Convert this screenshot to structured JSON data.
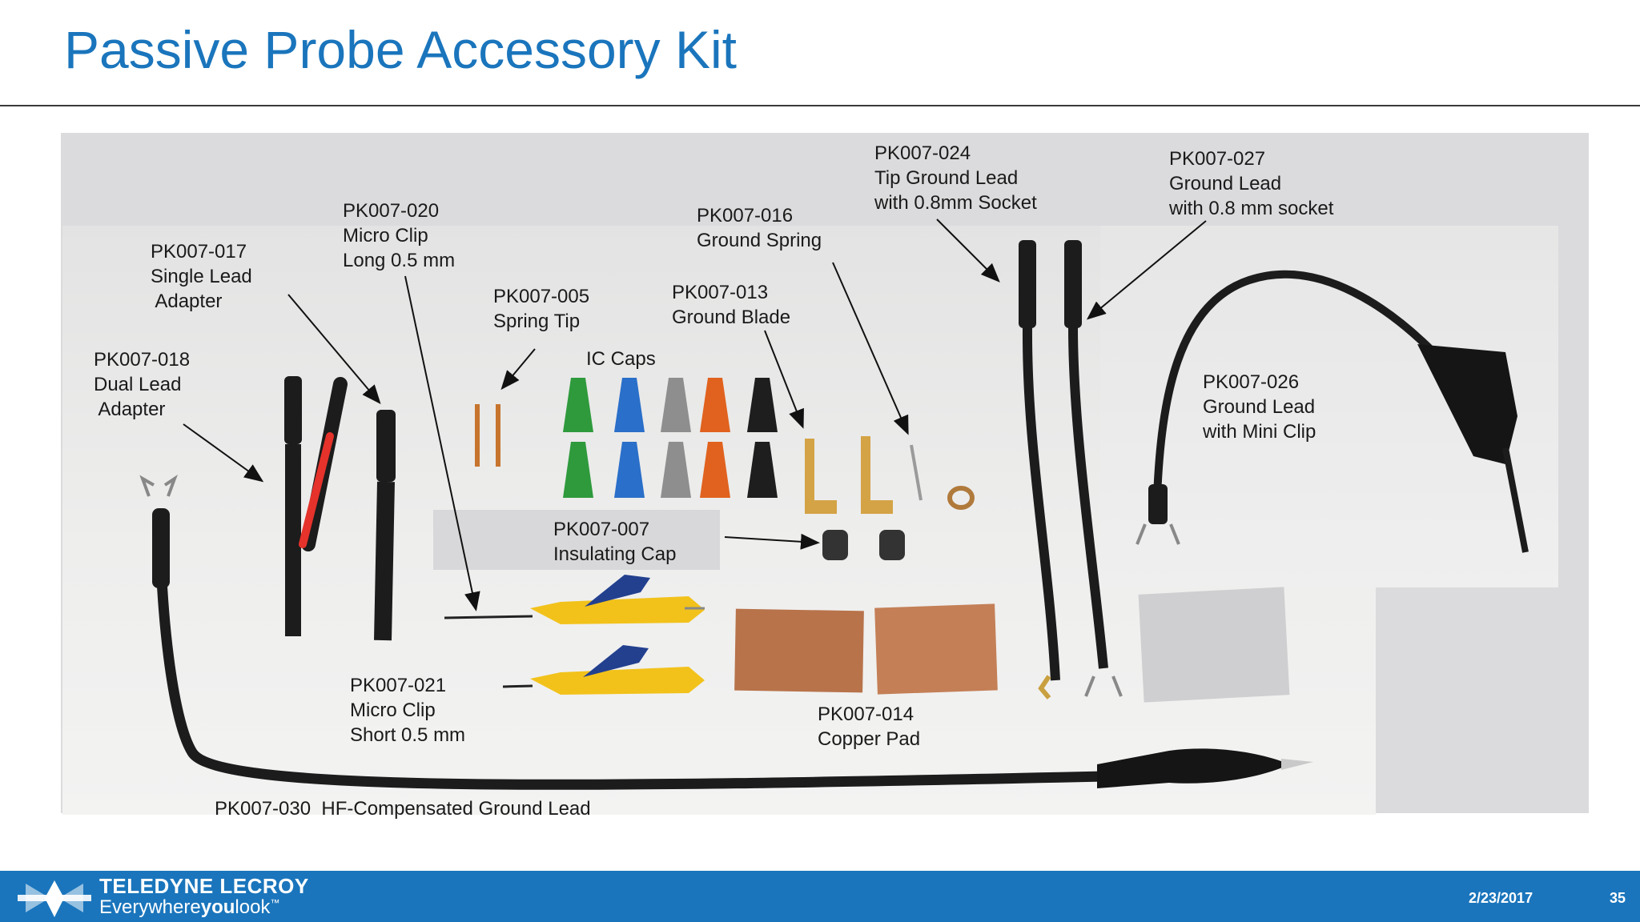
{
  "slide": {
    "title": "Passive Probe Accessory Kit"
  },
  "callouts": [
    {
      "id": "pk007-024",
      "text": "PK007-024\nTip Ground Lead\nwith 0.8mm Socket"
    },
    {
      "id": "pk007-027",
      "text": "PK007-027\nGround Lead\nwith 0.8 mm socket"
    },
    {
      "id": "pk007-020",
      "text": "PK007-020\nMicro Clip\nLong 0.5 mm"
    },
    {
      "id": "pk007-016",
      "text": "PK007-016\nGround Spring"
    },
    {
      "id": "pk007-017",
      "text": "PK007-017\nSingle Lead\n Adapter"
    },
    {
      "id": "pk007-005",
      "text": "PK007-005\nSpring Tip"
    },
    {
      "id": "pk007-013",
      "text": "PK007-013\nGround Blade"
    },
    {
      "id": "ic-caps",
      "text": "IC Caps"
    },
    {
      "id": "pk007-018",
      "text": "PK007-018\nDual Lead\n Adapter"
    },
    {
      "id": "pk007-026",
      "text": "PK007-026\nGround Lead\nwith Mini Clip"
    },
    {
      "id": "pk007-007",
      "text": "PK007-007\nInsulating Cap"
    },
    {
      "id": "pk007-021",
      "text": "PK007-021\nMicro Clip\nShort 0.5 mm"
    },
    {
      "id": "pk007-014",
      "text": "PK007-014\nCopper Pad"
    },
    {
      "id": "pk007-030",
      "text": "PK007-030  HF-Compensated Ground Lead"
    }
  ],
  "footer": {
    "brand": "TELEDYNE LECROY",
    "tagline_prefix": "Everywhere",
    "tagline_emphasis": "you",
    "tagline_suffix": "look",
    "trademark": "™",
    "date": "2/23/2017",
    "page_number": "35"
  },
  "colors": {
    "title_blue": "#1a75bc",
    "footer_blue": "#1a75bc",
    "cap_green": "#2e9a3c",
    "cap_blue": "#2a6fc9",
    "cap_gray": "#8e8e8e",
    "cap_orange": "#e0621e",
    "cap_black": "#1e1e1e",
    "clip_yellow": "#f2c21b",
    "copper": "#b8734a"
  }
}
